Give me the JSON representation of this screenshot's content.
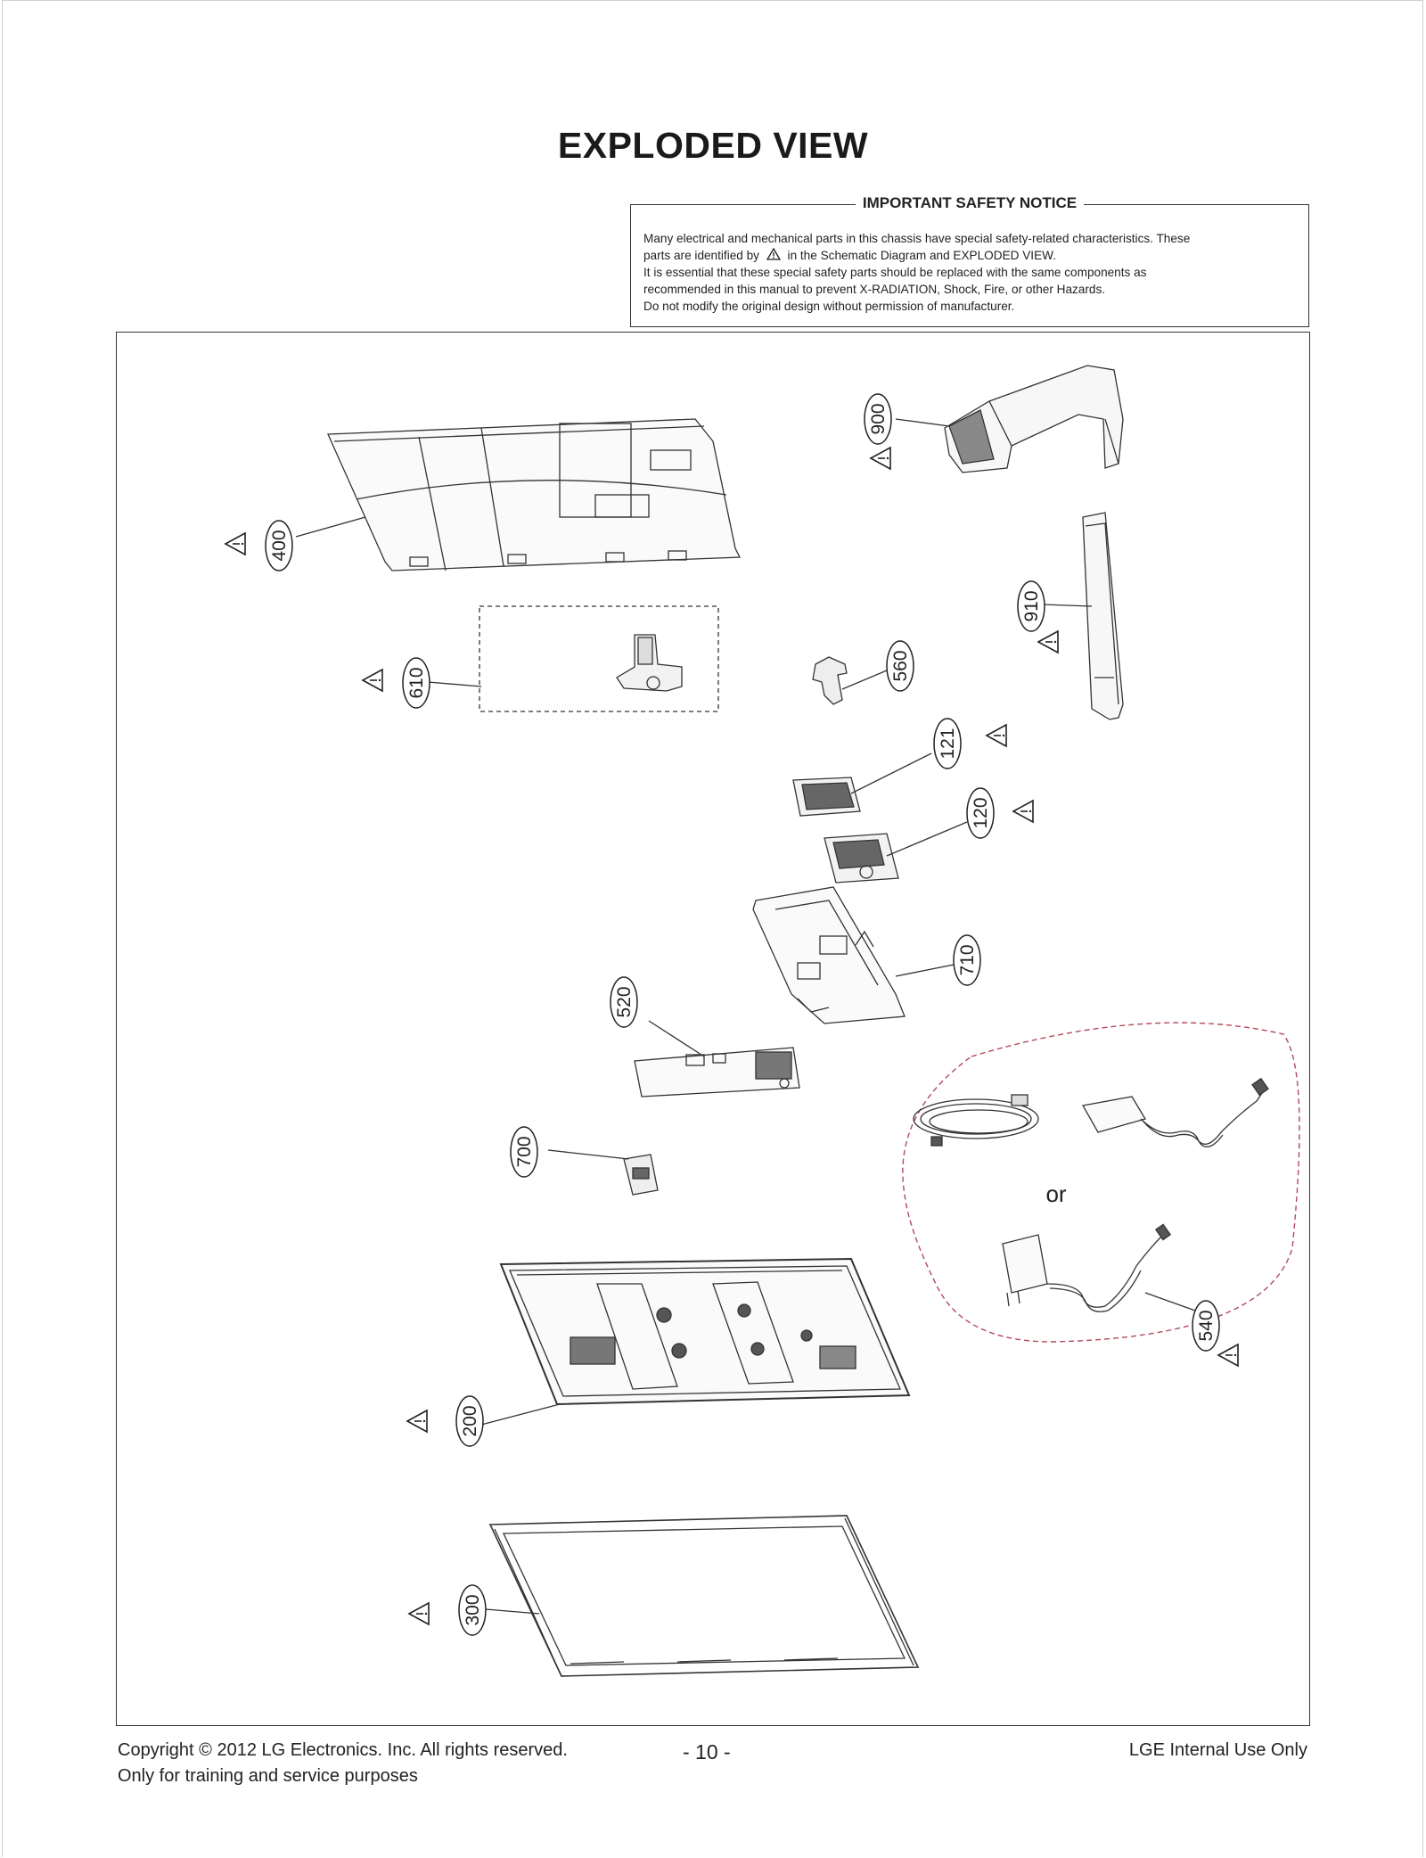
{
  "title": "EXPLODED VIEW",
  "notice": {
    "heading": "IMPORTANT SAFETY NOTICE",
    "line1": "Many electrical and mechanical parts in this chassis have special safety-related characteristics. These",
    "line2_pre": "parts are identified by",
    "line2_post": "in the Schematic Diagram and EXPLODED VIEW.",
    "line3": "It is essential that these special safety parts should be replaced with the same components as",
    "line4": "recommended in this manual to prevent X-RADIATION, Shock, Fire, or other Hazards.",
    "line5": "Do not modify the original design without permission of manufacturer."
  },
  "parts": {
    "p900": "900",
    "p400": "400",
    "p910": "910",
    "p610": "610",
    "p560": "560",
    "p121": "121",
    "p120": "120",
    "p710": "710",
    "p520": "520",
    "p700": "700",
    "p540": "540",
    "p200": "200",
    "p300": "300"
  },
  "or_label": "or",
  "footer": {
    "copyright": "Copyright  © 2012  LG Electronics. Inc. All rights reserved.",
    "training": "Only for training and service purposes",
    "page": "- 10 -",
    "internal": "LGE Internal Use Only"
  },
  "icons": [
    "warning-triangle-icon"
  ]
}
